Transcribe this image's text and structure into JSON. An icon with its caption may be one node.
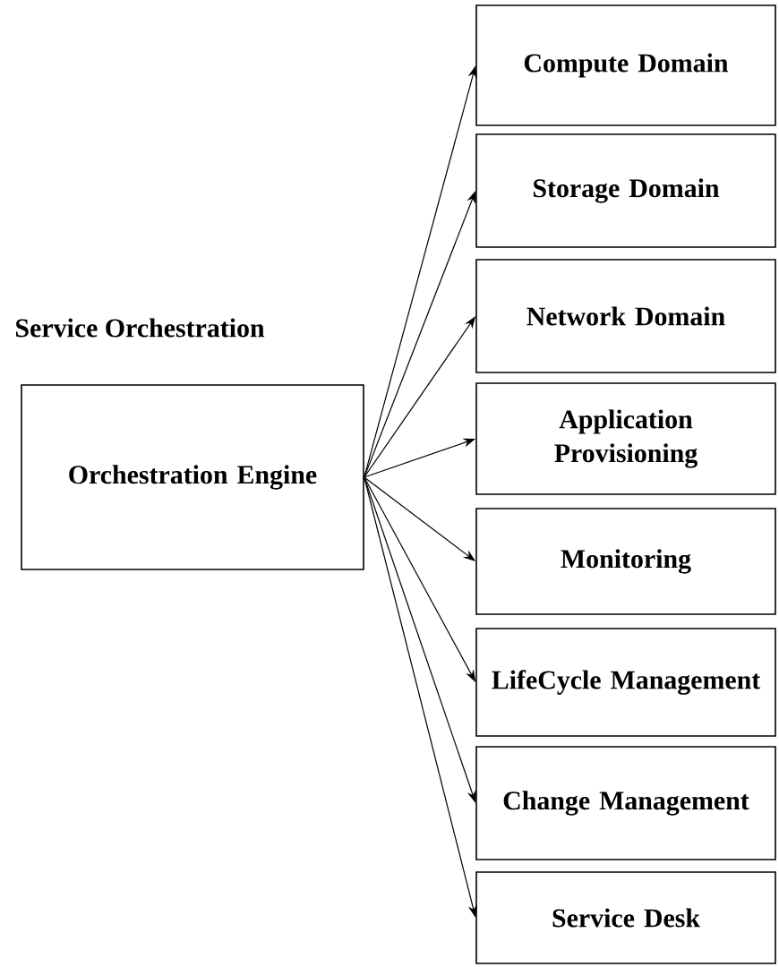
{
  "diagram": {
    "title": "Service Orchestration",
    "nodes": [
      {
        "text": [
          "Orchestration Engine"
        ]
      },
      {
        "text": [
          "Compute Domain"
        ]
      },
      {
        "text": [
          "Storage Domain"
        ]
      },
      {
        "text": [
          "Network Domain"
        ]
      },
      {
        "text": [
          "Application Provisioning"
        ]
      },
      {
        "text": [
          "Monitoring"
        ]
      },
      {
        "text": [
          "LifeCycle Management"
        ]
      },
      {
        "text": [
          "Change Management"
        ]
      },
      {
        "text": [
          "Service Desk"
        ]
      }
    ],
    "edges": [
      {
        "from": 0,
        "to": 1,
        "arrow": "to"
      },
      {
        "from": 0,
        "to": 2,
        "arrow": "to"
      },
      {
        "from": 0,
        "to": 3,
        "arrow": "to"
      },
      {
        "from": 0,
        "to": 4,
        "arrow": "to"
      },
      {
        "from": 0,
        "to": 5,
        "arrow": "to"
      },
      {
        "from": 0,
        "to": 6,
        "arrow": "to"
      },
      {
        "from": 0,
        "to": 7,
        "arrow": "to"
      },
      {
        "from": 0,
        "to": 8,
        "arrow": "to"
      }
    ]
  }
}
